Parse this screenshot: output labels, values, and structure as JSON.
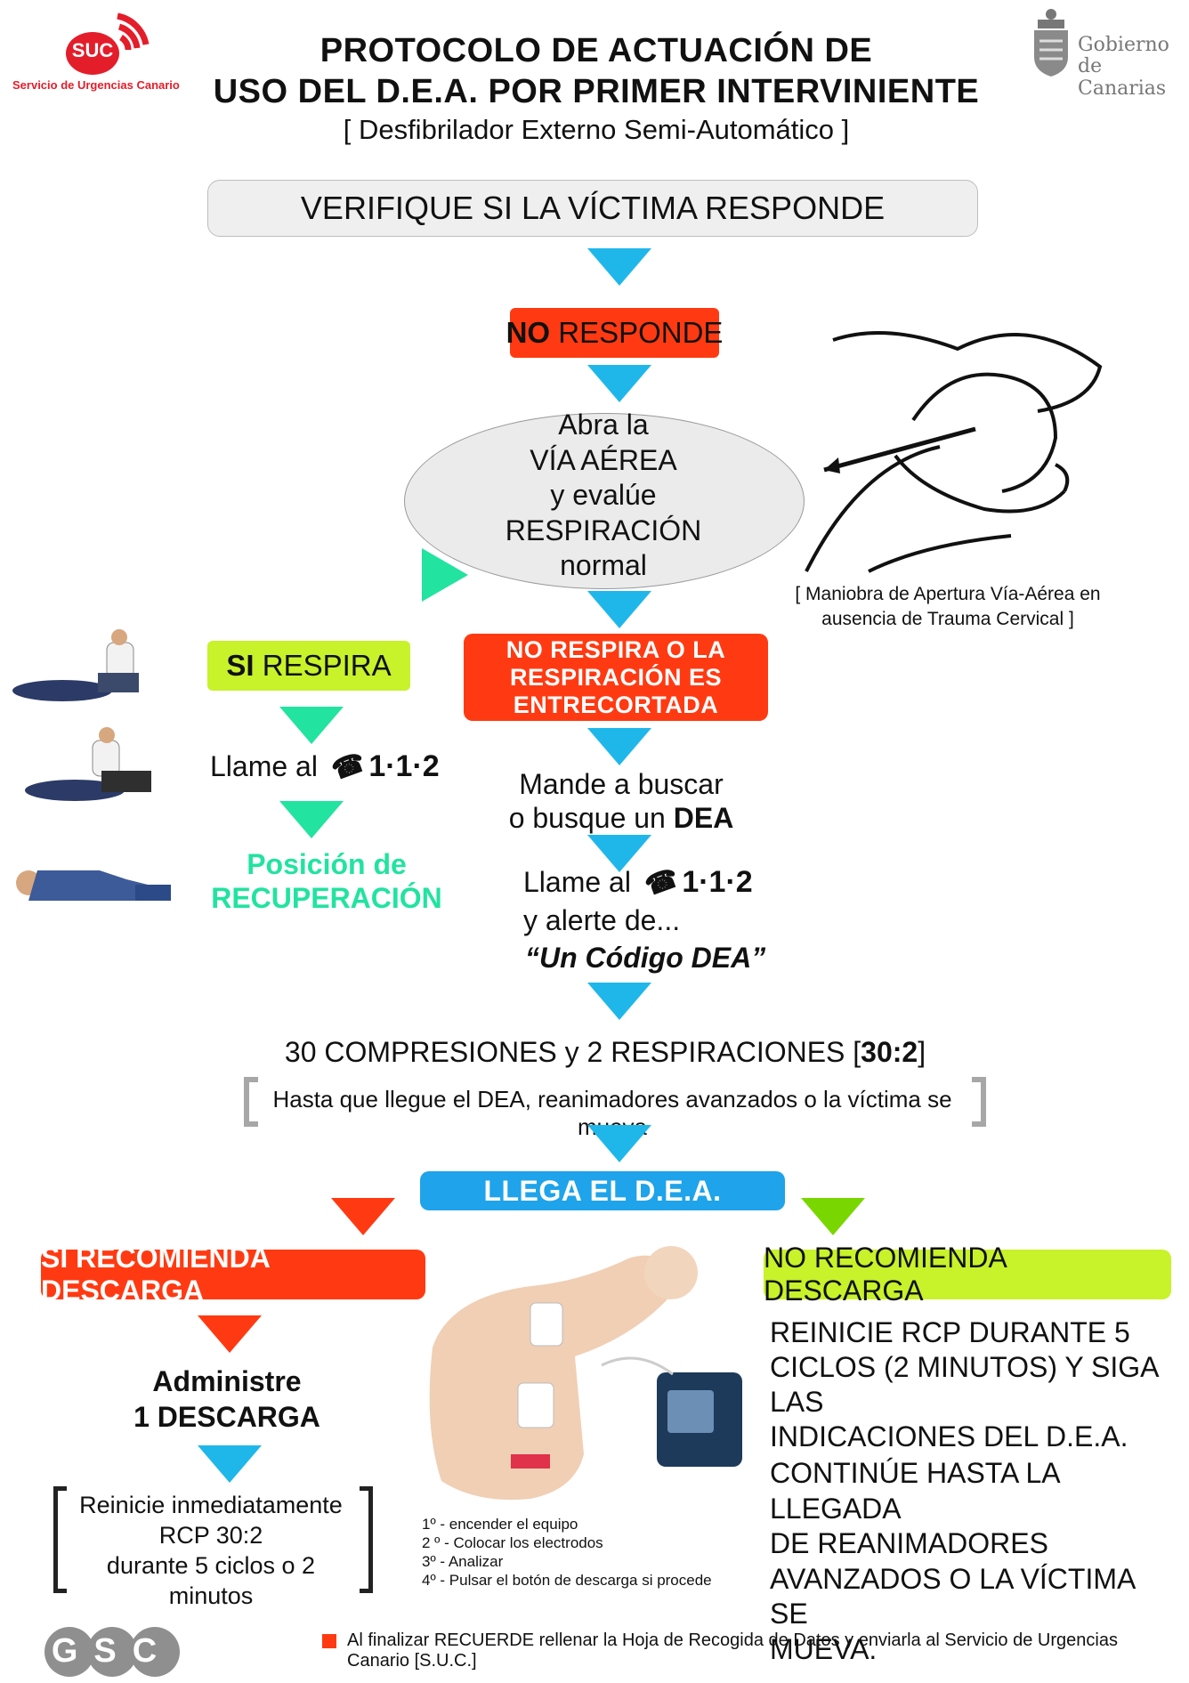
{
  "header": {
    "suc_logo_text": "SUC",
    "suc_name": "Servicio de Urgencias Canario",
    "title_line1": "PROTOCOLO DE ACTUACIÓN DE",
    "title_line2": "USO DEL D.E.A. POR PRIMER INTERVINIENTE",
    "subtitle": "[ Desfibrilador Externo Semi-Automático ]",
    "gov_line1": "Gobierno",
    "gov_line2": "de Canarias"
  },
  "flow": {
    "verify": "VERIFIQUE SI LA VÍCTIMA RESPONDE",
    "no_responde_bold": "NO",
    "no_responde_rest": " RESPONDE",
    "airway": [
      "Abra la",
      "VÍA AÉREA",
      "y evalúe",
      "RESPIRACIÓN",
      "normal"
    ],
    "airway_caption_line1": "[ Maniobra de Apertura Vía-Aérea en",
    "airway_caption_line2": "ausencia de Trauma Cervical ]",
    "si_respira_bold": "SI",
    "si_respira_rest": " RESPIRA",
    "llame_al": "Llame al",
    "phone_number": "1·1·2",
    "posicion_line1": "Posición de",
    "posicion_line2": "RECUPERACIÓN",
    "no_respira_line1": "NO RESPIRA O LA",
    "no_respira_line2": "RESPIRACIÓN ES",
    "no_respira_line3": "ENTRECORTADA",
    "mande_line1": "Mande a buscar",
    "mande_line2_pre": "o busque un ",
    "mande_line2_bold": "DEA",
    "llame_al_2": "Llame al",
    "alerte": "y alerte de...",
    "codigo_dea": "“Un Código DEA”",
    "compresiones_text": "30 COMPRESIONES y 2 RESPIRACIONES [",
    "compresiones_bold": "30:2",
    "compresiones_end": "]",
    "hasta": "Hasta que llegue el DEA, reanimadores avanzados o la víctima se mueva",
    "llega_dea": "LLEGA EL D.E.A.",
    "si_recomienda": "SI RECOMIENDA DESCARGA",
    "no_recomienda": "NO RECOMIENDA DESCARGA",
    "administre_line1": "Administre",
    "administre_line2": "1 DESCARGA",
    "reinicie_line1": "Reinicie inmediatamente",
    "reinicie_line2": "RCP 30:2",
    "reinicie_line3": "durante 5 ciclos o 2 minutos",
    "steps": [
      "1º - encender el equipo",
      "2 º - Colocar los electrodos",
      "3º - Analizar",
      "4º - Pulsar el botón de descarga si procede"
    ],
    "no_rec_para1": [
      "REINICIE RCP DURANTE 5",
      "CICLOS (2 MINUTOS) Y SIGA LAS",
      "INDICACIONES DEL D.E.A."
    ],
    "no_rec_para2": [
      "CONTINÚE HASTA LA LLEGADA",
      "DE REANIMADORES",
      "AVANZADOS O LA VÍCTIMA SE",
      "MUEVA."
    ]
  },
  "footer": {
    "gsc_logo_text": "GSC",
    "note": "Al finalizar RECUERDE rellenar la Hoja de Recogida de Datos y enviarla al Servicio de Urgencias Canario [S.U.C.]"
  },
  "colors": {
    "red": "#ff3a12",
    "blue": "#1fb7ea",
    "green": "#22e3a0",
    "lime": "#c8f22a"
  }
}
